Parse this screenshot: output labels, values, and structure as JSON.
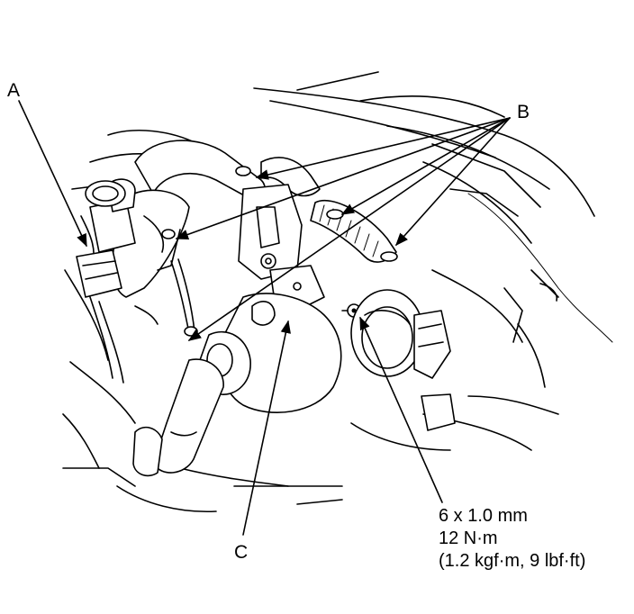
{
  "callouts": {
    "a": "A",
    "b": "B",
    "c": "C"
  },
  "torque_spec": {
    "size": "6 x 1.0 mm",
    "torque_nm": "12 N·m",
    "torque_alt": "(1.2 kgf·m, 9 lbf·ft)"
  },
  "colors": {
    "line": "#000000",
    "background": "#ffffff"
  }
}
